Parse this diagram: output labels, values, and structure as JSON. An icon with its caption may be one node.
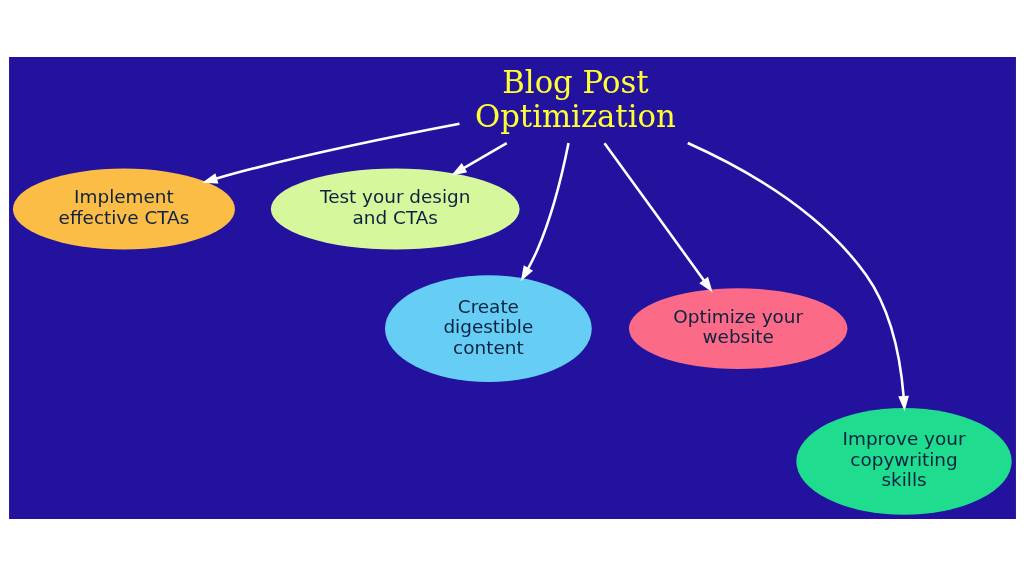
{
  "diagram": {
    "nodes": [
      {
        "text": [
          "Blog Post Optimization"
        ]
      },
      {
        "text": [
          "Implement effective CTAs"
        ]
      },
      {
        "text": [
          "Test your design and CTAs"
        ]
      },
      {
        "text": [
          "Create digestible content"
        ]
      },
      {
        "text": [
          "Optimize your website"
        ]
      },
      {
        "text": [
          "Improve your copywriting skills"
        ]
      }
    ],
    "edges": [
      {
        "from": 0,
        "to": 1,
        "arrow": "to"
      },
      {
        "from": 0,
        "to": 3,
        "arrow": "to"
      },
      {
        "from": 0,
        "to": 5,
        "arrow": "to"
      },
      {
        "from": 0,
        "to": 4,
        "arrow": "to"
      },
      {
        "from": 0,
        "to": 2,
        "arrow": "to"
      }
    ]
  }
}
